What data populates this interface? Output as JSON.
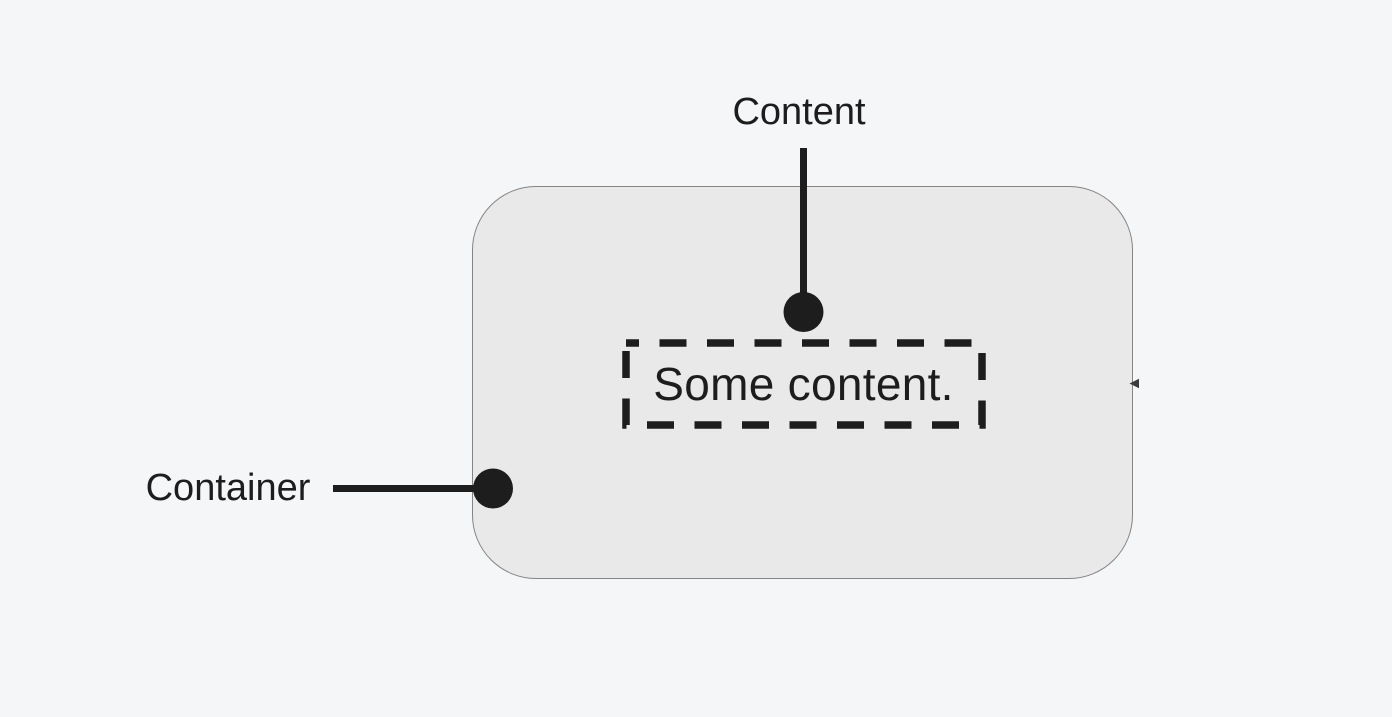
{
  "figure": {
    "content_label": "Content",
    "container_label": "Container",
    "content_text": "Some content.",
    "colors": {
      "background": "#f5f6f8",
      "container_fill": "#e9e9e9",
      "container_border": "#848484",
      "ink": "#1d1d1d"
    }
  }
}
